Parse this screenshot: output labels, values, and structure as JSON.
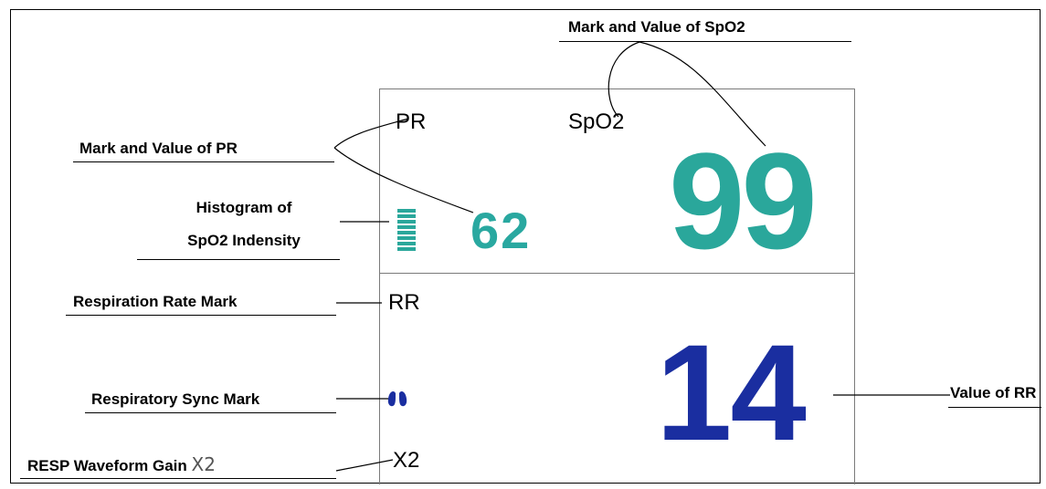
{
  "callouts": {
    "spo2": "Mark and Value of SpO2",
    "pr": "Mark and Value of PR",
    "histogram_line1": "Histogram of",
    "histogram_line2": "SpO2 Indensity",
    "rr_mark": "Respiration Rate Mark",
    "resp_sync": "Respiratory Sync Mark",
    "resp_gain": "RESP Waveform Gain",
    "resp_gain_x": "X2",
    "value_rr": "Value of RR"
  },
  "monitor": {
    "pr_mark": "PR",
    "spo2_mark": "SpO2",
    "pr_value": "62",
    "spo2_value": "99",
    "rr_mark": "RR",
    "rr_value": "14",
    "gain": "X2"
  },
  "colors": {
    "spo2": "#2aa79b",
    "rr": "#1a2ea0"
  },
  "icons": {
    "resp_sync": "lungs-icon"
  }
}
